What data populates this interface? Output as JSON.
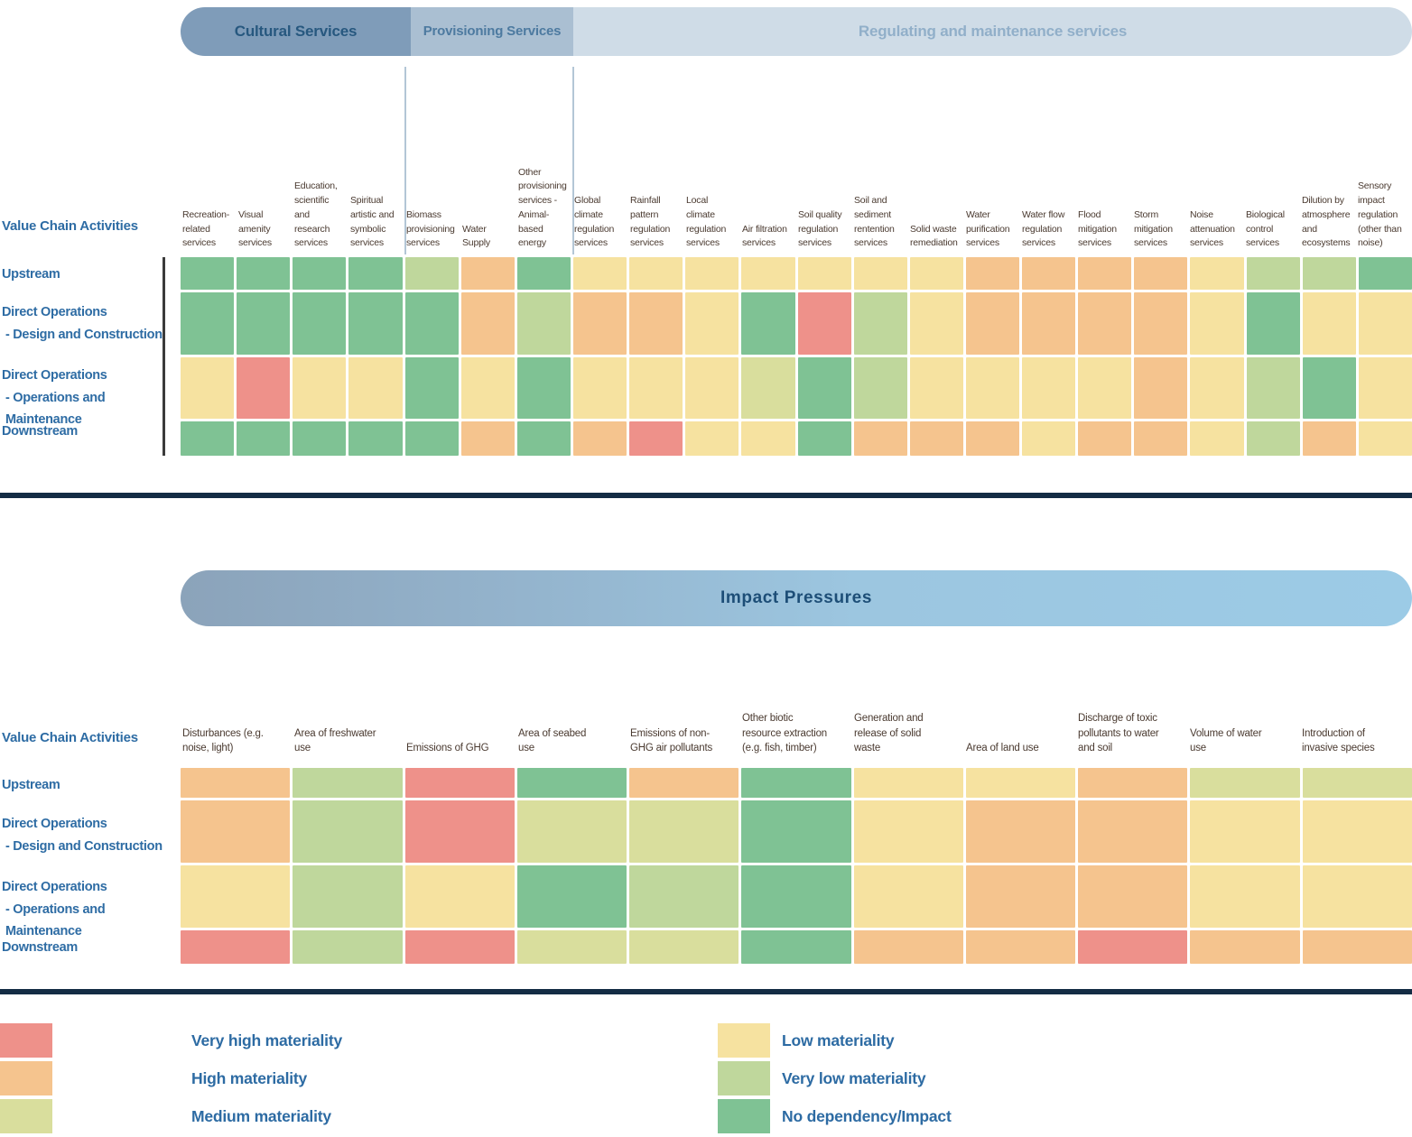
{
  "header_groups": [
    {
      "label": "Cultural Services"
    },
    {
      "label": "Provisioning Services"
    },
    {
      "label": "Regulating and maintenance services"
    }
  ],
  "palette": {
    "VH": "#ee918a",
    "H": "#f5c48e",
    "M": "#d9de9d",
    "L": "#f6e2a0",
    "VL": "#bfd79c",
    "N": "#7fc294"
  },
  "legend": {
    "left_items": [
      {
        "code": "VH",
        "label": "Very high materiality",
        "color": "#ee918a"
      },
      {
        "code": "H",
        "label": "High materiality",
        "color": "#f5c48e"
      },
      {
        "code": "M",
        "label": "Medium materiality",
        "color": "#d9de9d"
      }
    ],
    "right_items": [
      {
        "code": "L",
        "label": "Low materiality",
        "color": "#f6e2a0"
      },
      {
        "code": "VL",
        "label": "Very low materiality",
        "color": "#bfd79c"
      },
      {
        "code": "N",
        "label": "No dependency/Impact",
        "color": "#7fc294"
      }
    ]
  },
  "chart_data": [
    {
      "type": "heatmap",
      "title": "Ecosystem services materiality matrix",
      "groups": [
        "Cultural Services",
        "Provisioning Services",
        "Regulating and maintenance services"
      ],
      "row_axis_label": "Value Chain Activities",
      "columns": [
        "Recreation-related services",
        "Visual amenity services",
        "Education, scientific and research services",
        "Spiritual artistic and symbolic services",
        "Biomass provisioning services",
        "Water Supply",
        "Other provisioning services - Animal-based energy",
        "Global climate regulation services",
        "Rainfall pattern regulation services",
        "Local climate regulation services",
        "Air filtration services",
        "Soil quality regulation services",
        "Soil and sediment rentention services",
        "Solid waste remediation",
        "Water purification services",
        "Water flow regulation services",
        "Flood mitigation services",
        "Storm mitigation services",
        "Noise attenuation services",
        "Biological control services",
        "Dilution by atmosphere and ecosystems",
        "Sensory impact regulation (other than noise)"
      ],
      "rows": [
        [
          "Upstream"
        ],
        [
          "Direct Operations",
          "- Design and Construction"
        ],
        [
          "Direct Operations",
          "- Operations and Maintenance"
        ],
        [
          "Downstream"
        ]
      ],
      "values": [
        [
          "N",
          "N",
          "N",
          "N",
          "VL",
          "H",
          "N",
          "L",
          "L",
          "L",
          "L",
          "L",
          "L",
          "L",
          "H",
          "H",
          "H",
          "H",
          "L",
          "VL",
          "VL",
          "N"
        ],
        [
          "N",
          "N",
          "N",
          "N",
          "N",
          "H",
          "VL",
          "H",
          "H",
          "L",
          "N",
          "VH",
          "VL",
          "L",
          "H",
          "H",
          "H",
          "H",
          "L",
          "N",
          "L",
          "L"
        ],
        [
          "L",
          "VH",
          "L",
          "L",
          "N",
          "L",
          "N",
          "L",
          "L",
          "L",
          "M",
          "N",
          "VL",
          "L",
          "L",
          "L",
          "L",
          "H",
          "L",
          "VL",
          "N",
          "L"
        ],
        [
          "N",
          "N",
          "N",
          "N",
          "N",
          "H",
          "N",
          "H",
          "VH",
          "L",
          "L",
          "N",
          "H",
          "H",
          "H",
          "L",
          "H",
          "H",
          "L",
          "VL",
          "H",
          "L"
        ]
      ]
    },
    {
      "type": "heatmap",
      "title": "Impact Pressures",
      "row_axis_label": "Value Chain Activities",
      "columns": [
        "Disturbances (e.g. noise, light)",
        "Area of freshwater use",
        "Emissions of GHG",
        "Area of seabed use",
        "Emissions of non-GHG air pollutants",
        "Other biotic resource extraction (e.g. fish, timber)",
        "Generation and release of solid waste",
        "Area of land use",
        "Discharge of toxic pollutants to water and soil",
        "Volume of water use",
        "Introduction of invasive species"
      ],
      "rows": [
        [
          "Upstream"
        ],
        [
          "Direct Operations",
          "- Design and Construction"
        ],
        [
          "Direct Operations",
          "- Operations and Maintenance"
        ],
        [
          "Downstream"
        ]
      ],
      "values": [
        [
          "H",
          "VL",
          "VH",
          "N",
          "H",
          "N",
          "L",
          "L",
          "H",
          "M",
          "M"
        ],
        [
          "H",
          "VL",
          "VH",
          "M",
          "M",
          "N",
          "L",
          "H",
          "H",
          "L",
          "L"
        ],
        [
          "L",
          "VL",
          "L",
          "N",
          "VL",
          "N",
          "L",
          "H",
          "H",
          "L",
          "L"
        ],
        [
          "VH",
          "VL",
          "VH",
          "M",
          "M",
          "N",
          "H",
          "H",
          "VH",
          "H",
          "H"
        ]
      ]
    }
  ]
}
